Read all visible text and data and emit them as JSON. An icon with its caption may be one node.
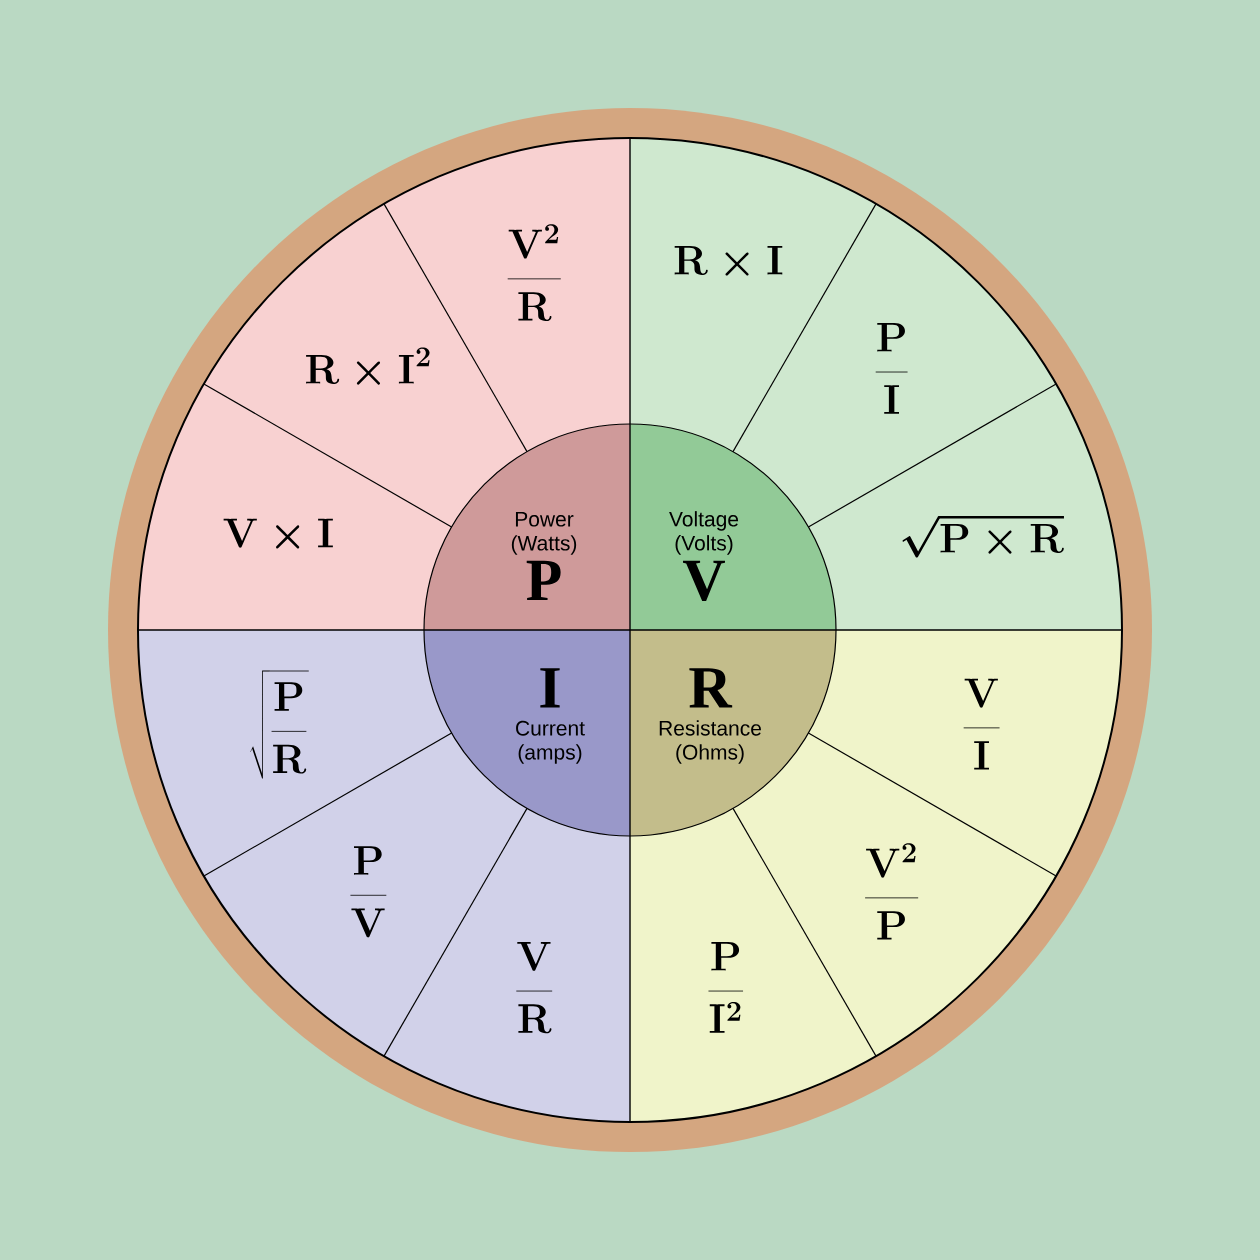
{
  "diagram": {
    "nodes": [
      {
        "text": [
          "Power (Watts)",
          "P"
        ]
      },
      {
        "text": [
          "Voltage (Volts)",
          "V"
        ]
      },
      {
        "text": [
          "I",
          "Current (amps)"
        ]
      },
      {
        "text": [
          "R",
          "Resistance (Ohms)"
        ]
      },
      {
        "text": [
          "\\mathbf{V\\times I}"
        ]
      },
      {
        "text": [
          "\\mathbf{R\\times I^{2}}"
        ]
      },
      {
        "text": [
          "\\mathbf{\\frac{V^{2}}{R}}"
        ]
      },
      {
        "text": [
          "\\mathbf{R\\times I}"
        ]
      },
      {
        "text": [
          "\\mathbf{\\frac{P}{I}}"
        ]
      },
      {
        "text": [
          "\\mathbf{\\sqrt{P\\times R}}"
        ]
      },
      {
        "text": [
          "\\mathbf{\\frac{V}{I}}"
        ]
      },
      {
        "text": [
          "\\mathbf{\\frac{V^{2}}{P}}"
        ]
      },
      {
        "text": [
          "\\mathbf{\\frac{P}{I^{2}}}"
        ]
      },
      {
        "text": [
          "\\mathbf{\\frac{V}{R}}"
        ]
      },
      {
        "text": [
          "\\mathbf{\\frac{P}{V}}"
        ]
      },
      {
        "text": [
          "\\mathbf{\\sqrt{\\frac{P}{R}}}"
        ]
      }
    ],
    "edges": []
  }
}
